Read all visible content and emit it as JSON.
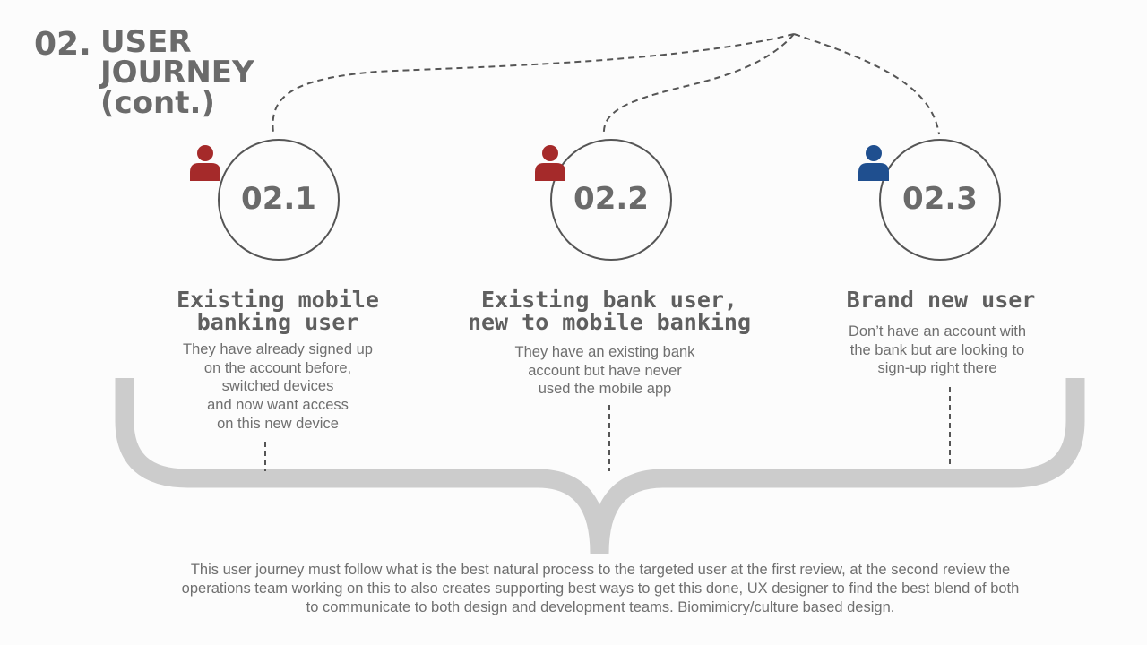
{
  "header": {
    "number": "02.",
    "title_lines": [
      "USER",
      "JOURNEY",
      "(cont.)"
    ]
  },
  "personas": [
    {
      "id": "02.1",
      "icon": "user-icon",
      "icon_color": "#a52a2a",
      "title_lines": [
        "Existing mobile",
        "banking user"
      ],
      "description_lines": [
        "They have already signed up",
        "on the account before,",
        "switched devices",
        "and now want access",
        "on this new device"
      ]
    },
    {
      "id": "02.2",
      "icon": "user-icon",
      "icon_color": "#a52a2a",
      "title_lines": [
        "Existing bank user,",
        "new to mobile banking"
      ],
      "description_lines": [
        "They have an existing bank",
        "account but have never",
        "used the mobile app"
      ]
    },
    {
      "id": "02.3",
      "icon": "user-icon",
      "icon_color": "#1f4f8f",
      "title_lines": [
        "Brand new user"
      ],
      "description_lines": [
        "Don’t have an account with",
        "the bank but are looking to",
        "sign-up right there"
      ]
    }
  ],
  "footer_lines": [
    "This user journey must follow what is the best natural process to the targeted user at the first review, at the second review the",
    "operations team working on this to also creates supporting best ways to get this done, UX designer to find the best blend of both",
    "to communicate to both design and development teams. Biomimicry/culture based design."
  ],
  "colors": {
    "title": "#6b6b6b",
    "circle_stroke": "#555555",
    "brace": "#cccccc",
    "dashed": "#555555"
  }
}
